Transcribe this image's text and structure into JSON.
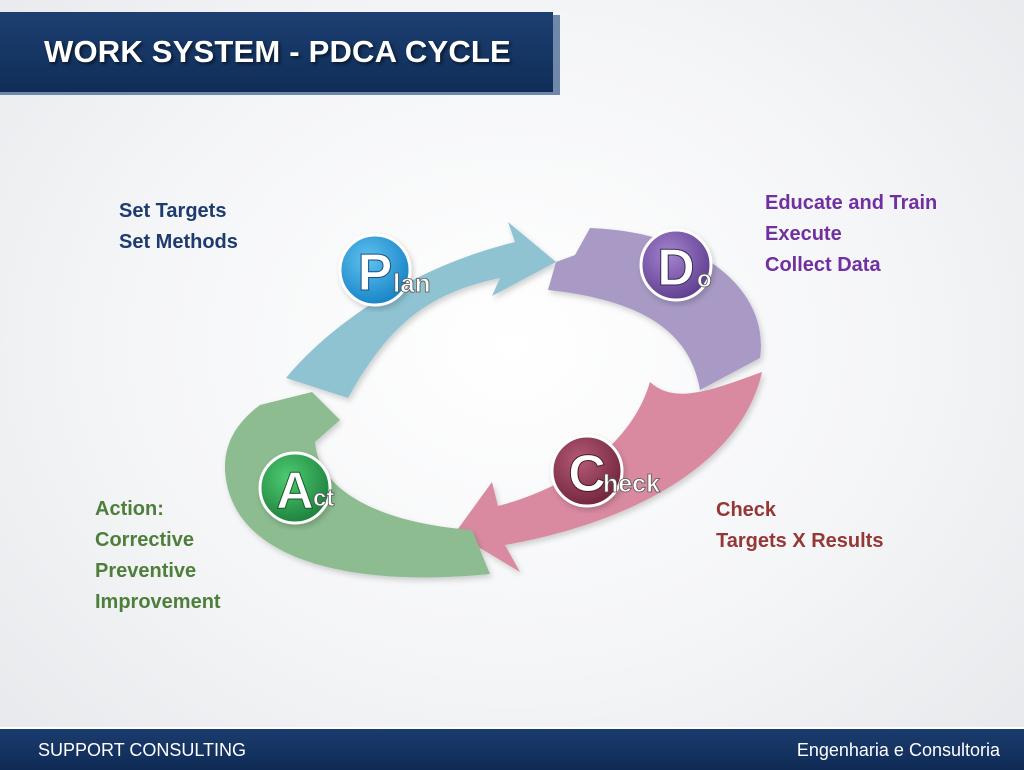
{
  "header": {
    "title": "WORK SYSTEM - PDCA CYCLE"
  },
  "cycle": {
    "plan": {
      "big": "P",
      "small": "lan",
      "color": "#1e9ad6",
      "arrow_color": "#8fc3d2"
    },
    "do": {
      "big": "D",
      "small": "o",
      "color": "#7a56a6",
      "arrow_color": "#a89ac4"
    },
    "check": {
      "big": "C",
      "small": "heck",
      "color": "#8c3a52",
      "arrow_color": "#d98aa0"
    },
    "act": {
      "big": "A",
      "small": "ct",
      "color": "#2e9e50",
      "arrow_color": "#8cbc8f"
    }
  },
  "notes": {
    "plan": [
      "Set Targets",
      "Set Methods"
    ],
    "do": [
      "Educate and Train",
      "Execute",
      "Collect Data"
    ],
    "check": [
      "Check",
      "Targets X Results"
    ],
    "act": [
      "Action:",
      "Corrective",
      "Preventive",
      "Improvement"
    ]
  },
  "footer": {
    "left": "SUPPORT CONSULTING",
    "right": "Engenharia e Consultoria"
  }
}
